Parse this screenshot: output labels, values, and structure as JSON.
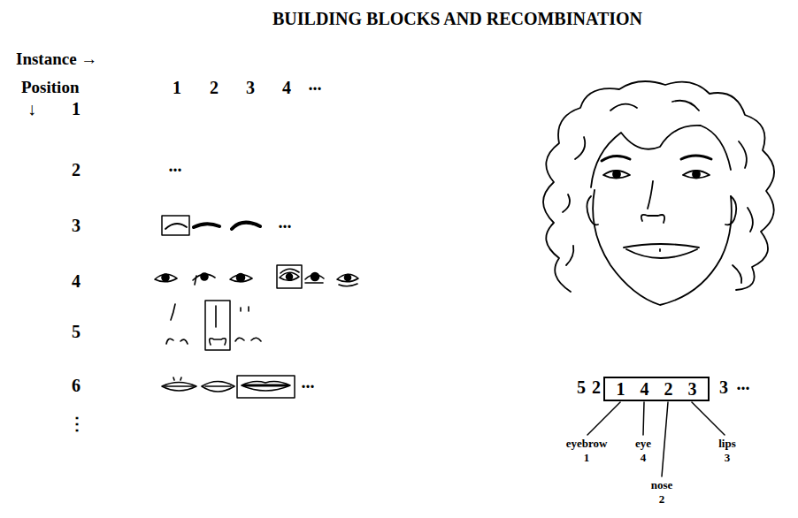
{
  "diagram": {
    "title": "BUILDING BLOCKS AND RECOMBINATION",
    "nodes": [
      {
        "text": [
          "1",
          "4",
          "2",
          "3"
        ]
      }
    ],
    "labels": [
      "Instance →",
      "Position",
      "1",
      "2",
      "3",
      "4",
      "...",
      "↓",
      "1",
      "2",
      "...",
      "3",
      "...",
      "4",
      "5",
      "6",
      "...",
      "⋮",
      "5",
      "2",
      "3",
      "...",
      "eyebrow",
      "1",
      "eye",
      "4",
      "lips",
      "3",
      "nose",
      "2"
    ]
  }
}
